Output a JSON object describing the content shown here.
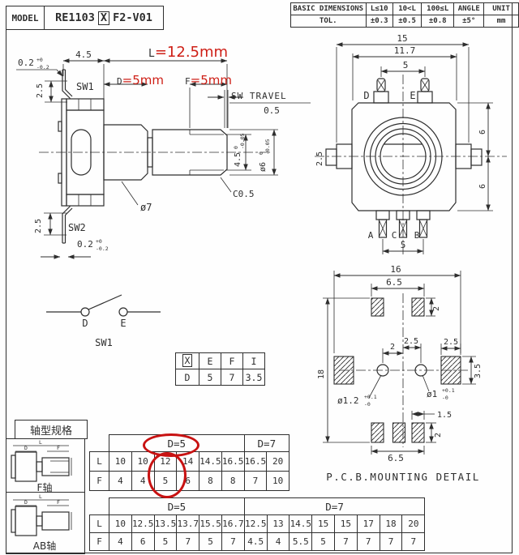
{
  "colors": {
    "line": "#2e2e2e",
    "red": "#ce1f16",
    "ellipse_red": "#c81212"
  },
  "title_block": {
    "label": "MODEL",
    "series": "RE1103",
    "variant": "X",
    "suffix": "F2-V01"
  },
  "tol_table": {
    "name": "BASIC DIMENSIONS",
    "tol_label": "TOL.",
    "headers": [
      "L≤10",
      "10<L",
      "100≤L",
      "ANGLE",
      "UNIT"
    ],
    "values": [
      "±0.3",
      "±0.5",
      "±0.8",
      "±5°",
      "mm"
    ]
  },
  "red_notes": {
    "l_prefix": "L",
    "l_value": "=12.5mm",
    "d_prefix": "D",
    "d_value": "=5mm",
    "f_prefix": "F",
    "f_value": "=5mm"
  },
  "side_view": {
    "dim_body_width": "4.5",
    "plate_tol_top": {
      "v": "0.2",
      "p": "+0",
      "m": "-0.2"
    },
    "plate_tol_bottom": {
      "v": "0.2",
      "p": "+0",
      "m": "-0.2"
    },
    "dim_leg_top": "2.5",
    "dim_leg_bottom": "2.5",
    "sw1": "SW1",
    "sw2": "SW2",
    "sw_travel_label": "SW TRAVEL",
    "sw_travel_value": "0.5",
    "flat": {
      "v": "4.5",
      "p": "0",
      "m": "-0.05"
    },
    "shaft_dia": {
      "v": "ø6",
      "p": "0",
      "m": "-0.05"
    },
    "bushing_dia": "ø7",
    "chamfer": "C0.5"
  },
  "front_view": {
    "dim_width_overall": "15",
    "dim_width_body": "11.7",
    "dim_pin_pitch_top": "5",
    "dim_pin_pitch_bottom": "5",
    "dim_tab": "2.5",
    "dim_upper": "6",
    "dim_lower": "6",
    "terminals_top": [
      "D",
      "E"
    ],
    "terminals_bottom": [
      "A",
      "C",
      "B"
    ]
  },
  "pcb_detail": {
    "dim_width": "16",
    "dim_pad_span_top": "6.5",
    "dim_pad_span_bottom": "6.5",
    "dim_height": "18",
    "dim_pad_h_top": "2",
    "dim_pad_h_bottom": "2",
    "dim_hole_left": "2",
    "dim_hole_right": "2.5",
    "dim_side_pad_w": "2.5",
    "dim_side_pad_h": "3.5",
    "dim_gap": "1.5",
    "hole_left": {
      "v": "ø1.2",
      "p": "+0.1",
      "m": "-0"
    },
    "hole_right": {
      "v": "ø1",
      "p": "+0.1",
      "m": "-0"
    },
    "caption": "P.C.B.MOUNTING DETAIL"
  },
  "sw_schematic": {
    "d": "D",
    "e": "E",
    "label": "SW1"
  },
  "code_table": {
    "r0": [
      "X",
      "E",
      "F",
      "I"
    ],
    "r1": [
      "D",
      "5",
      "7",
      "3.5"
    ]
  },
  "spec": {
    "section_title": "轴型规格",
    "f_shaft": {
      "icon_label": "F轴",
      "icon_dims": {
        "l": "L",
        "d": "D",
        "f": "F"
      },
      "d5": "D=5",
      "d7": "D=7",
      "row_l": "L",
      "row_f": "F",
      "l_values": [
        "10",
        "10",
        "12",
        "14",
        "14.5",
        "16.5",
        "16.5",
        "20"
      ],
      "f_values": [
        "4",
        "4",
        "5",
        "6",
        "8",
        "8",
        "7",
        "10"
      ]
    },
    "ab_shaft": {
      "icon_label": "AB轴",
      "icon_dims": {
        "l": "L",
        "d": "D",
        "f": "F"
      },
      "d5": "D=5",
      "d7": "D=7",
      "row_l": "L",
      "row_f": "F",
      "l_values": [
        "10",
        "12.5",
        "13.5",
        "13.7",
        "15.5",
        "16.7",
        "12.5",
        "13",
        "14.5",
        "15",
        "15",
        "17",
        "18",
        "20"
      ],
      "f_values": [
        "4",
        "6",
        "5",
        "7",
        "5",
        "7",
        "4.5",
        "4",
        "5.5",
        "5",
        "7",
        "7",
        "7",
        "7"
      ]
    }
  }
}
